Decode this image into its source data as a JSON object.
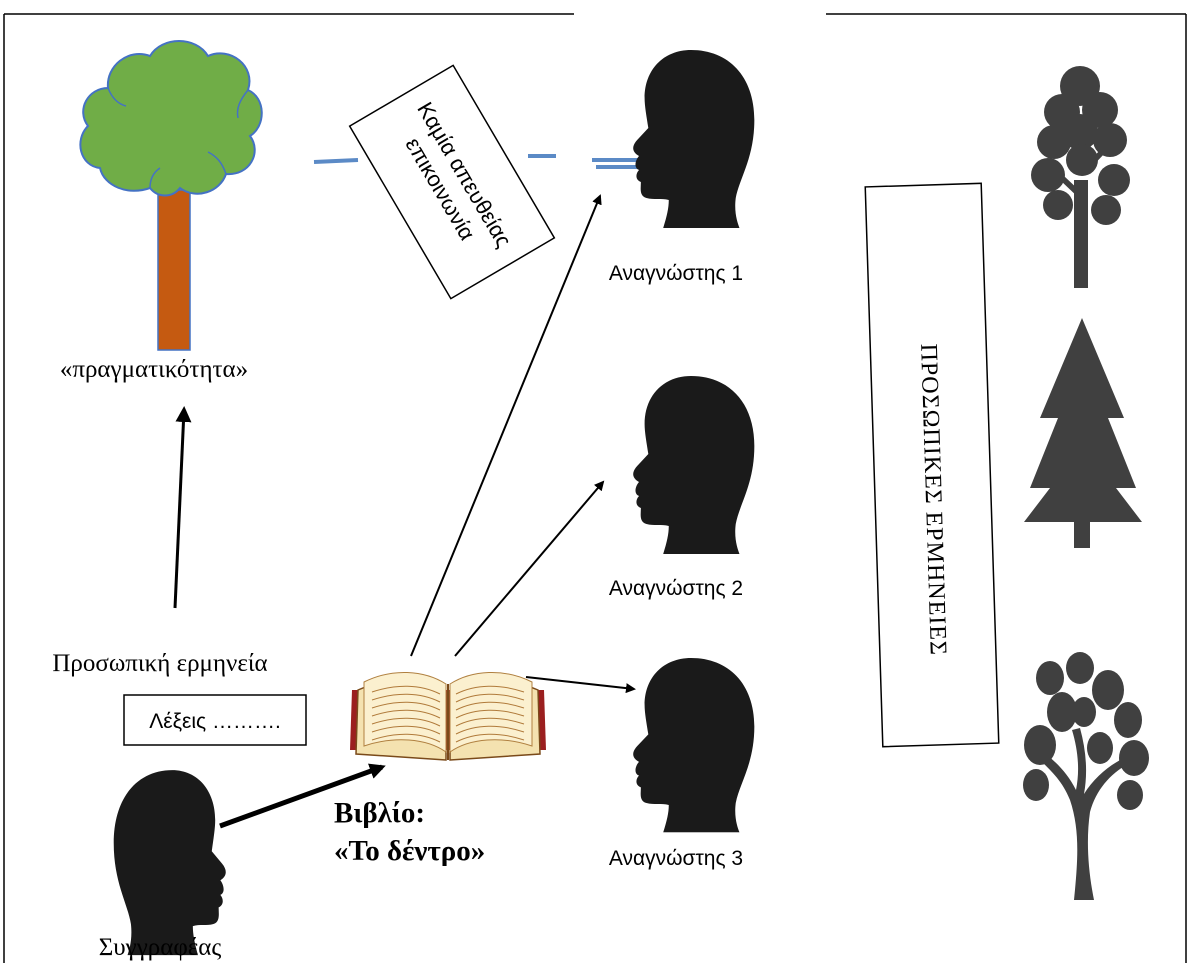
{
  "labels": {
    "reality": "«πραγματικότητα»",
    "personal_interpretation": "Προσωπική ερμηνεία",
    "words": "Λέξεις ……….",
    "author": "Συγγραφέας",
    "book_line1": "Βιβλίο:",
    "book_line2": "«Το δέντρο»",
    "reader1": "Αναγνώστης 1",
    "reader2": "Αναγνώστης 2",
    "reader3": "Αναγνώστης 3",
    "no_direct_line1": "Καμία απευθείας",
    "no_direct_line2": "επικοινωνία",
    "personal_interpretations": "ΠΡΟΣΩΠΙΚΕΣ ΕΡΜΗΝΕΙΕΣ"
  },
  "colors": {
    "foliage": "#70ad47",
    "foliage_outline": "#4472c4",
    "trunk": "#c55a11",
    "silhouette": "#1a1a1a",
    "tree_icons": "#404040",
    "dashed_line": "#5b8ac6"
  },
  "icons": {
    "reality_tree": "tree-illustration",
    "book": "open-book-icon",
    "heads": "human-head-silhouette-icon"
  }
}
